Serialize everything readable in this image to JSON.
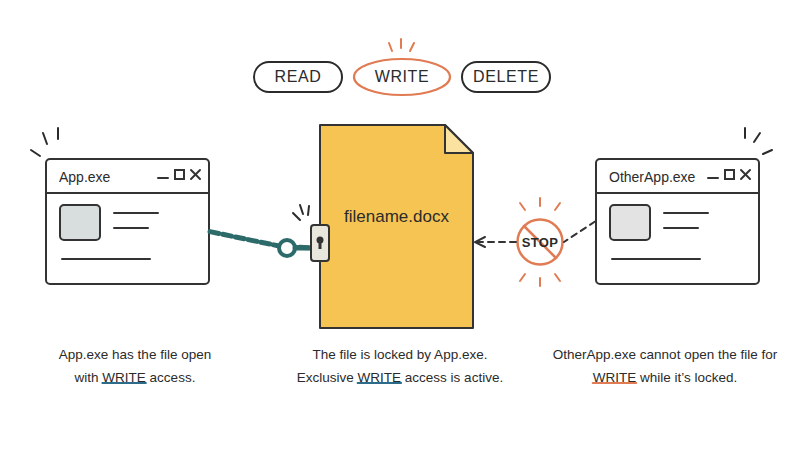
{
  "diagram": {
    "nodes": [
      {
        "text": [
          "READ"
        ]
      },
      {
        "text": [
          "WRITE"
        ]
      },
      {
        "text": [
          "DELETE"
        ]
      },
      {
        "text": [
          "App.exe"
        ]
      },
      {
        "text": [
          "filename.docx"
        ]
      },
      {
        "text": [
          "STOP"
        ]
      },
      {
        "text": [
          "OtherApp.exe"
        ]
      }
    ],
    "edges": [
      {
        "from": 3,
        "to": 4,
        "arrow": "none"
      },
      {
        "from": 6,
        "to": 5,
        "arrow": "none"
      },
      {
        "from": 5,
        "to": 4,
        "arrow": "to"
      }
    ],
    "labels": [
      "App.exe has the file open with WRITE access.",
      "The file is locked by App.exe. Exclusive WRITE access is active.",
      "OtherApp.exe cannot open the file for WRITE while it’s locked."
    ]
  }
}
